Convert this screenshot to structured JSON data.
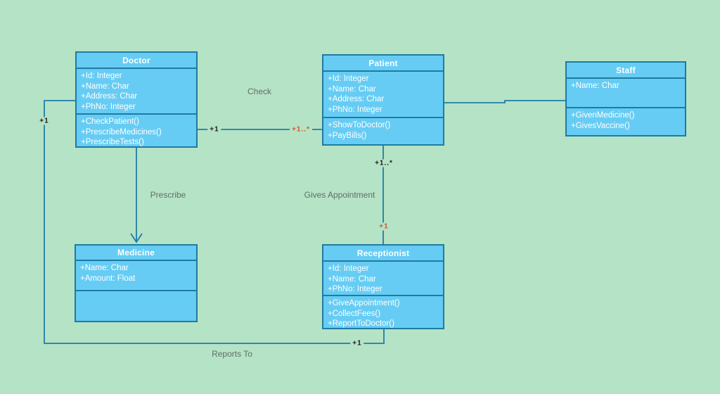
{
  "colors": {
    "background": "#b5e3c6",
    "box_fill": "#66ccf4",
    "box_border": "#1f7ba0",
    "connector": "#1f7ea8",
    "class_text": "#ffffff",
    "label_text": "#5f6e66",
    "multiplicity_text": "#1a1a1a",
    "multiplicity_accent": "#d8512b"
  },
  "diagram_type": "uml-class-diagram",
  "classes": {
    "doctor": {
      "title": "Doctor",
      "attributes": [
        "+Id: Integer",
        "+Name: Char",
        "+Address: Char",
        "+PhNo: Integer"
      ],
      "methods": [
        "+CheckPatient()",
        "+PrescribeMedicines()",
        "+PrescribeTests()"
      ]
    },
    "patient": {
      "title": "Patient",
      "attributes": [
        "+Id: Integer",
        "+Name: Char",
        "+Address: Char",
        "+PhNo: Integer"
      ],
      "methods": [
        "+ShowToDoctor()",
        "+PayBills()"
      ]
    },
    "staff": {
      "title": "Staff",
      "attributes": [
        "+Name: Char"
      ],
      "methods": [
        "+GivenMedicine()",
        "+GivesVaccine()"
      ]
    },
    "medicine": {
      "title": "Medicine",
      "attributes": [
        "+Name: Char",
        "+Amount: Float"
      ],
      "methods": []
    },
    "receptionist": {
      "title": "Receptionist",
      "attributes": [
        "+Id: Integer",
        "+Name: Char",
        "+PhNo: Integer"
      ],
      "methods": [
        "+GiveAppointment()",
        "+CollectFees()",
        "+ReportToDoctor()"
      ]
    }
  },
  "relationships": {
    "check": {
      "label": "Check",
      "doctor_multiplicity": "+1",
      "patient_multiplicity": "+1..*"
    },
    "gives_appointment": {
      "label": "Gives Appointment",
      "patient_multiplicity": "+1..*",
      "receptionist_multiplicity": "+1"
    },
    "prescribe": {
      "label": "Prescribe"
    },
    "reports_to": {
      "label": "Reports To",
      "receptionist_multiplicity": "+1",
      "doctor_multiplicity": "+1"
    }
  }
}
